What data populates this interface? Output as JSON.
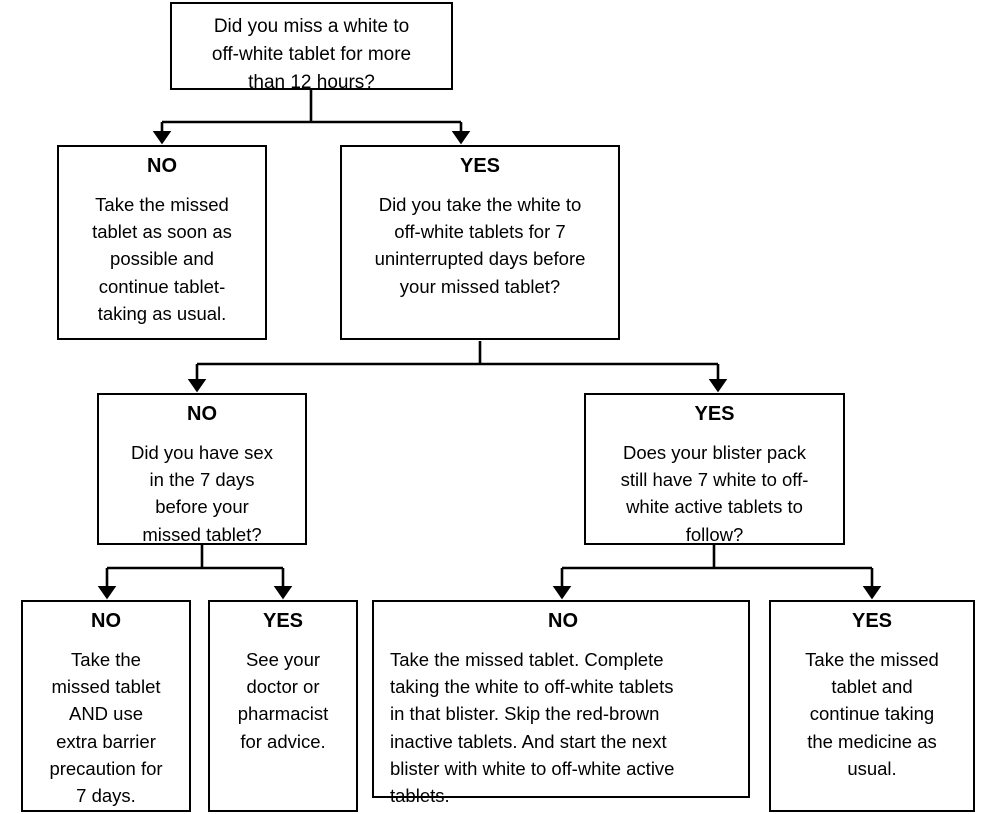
{
  "diagram": {
    "title": "Missed tablet decision flowchart",
    "line_color": "#000000",
    "box_border_color": "#000000",
    "background_color": "#ffffff"
  },
  "nodes": {
    "root": {
      "answer": "",
      "body": "Did you miss a white to\noff-white tablet for more\nthan 12 hours?"
    },
    "l2_no": {
      "answer": "NO",
      "body": "Take the missed\ntablet as soon as\npossible and\ncontinue tablet-\ntaking as usual."
    },
    "l2_yes": {
      "answer": "YES",
      "body": "Did you take the white to\noff-white tablets for 7\nuninterrupted days before\nyour missed tablet?"
    },
    "l3_no": {
      "answer": "NO",
      "body": "Did you have sex\nin the 7 days\nbefore your\nmissed tablet?"
    },
    "l3_yes": {
      "answer": "YES",
      "body": "Does your blister pack\nstill have 7 white to off-\nwhite active tablets to\nfollow?"
    },
    "l4_no_a": {
      "answer": "NO",
      "body": "Take the\nmissed tablet\nAND use\nextra barrier\nprecaution for\n7 days."
    },
    "l4_yes_a": {
      "answer": "YES",
      "body": "See your\ndoctor or\npharmacist\nfor advice."
    },
    "l4_no_b": {
      "answer": "NO",
      "body": "Take the missed tablet. Complete\ntaking the white to off-white tablets\nin that blister. Skip the red-brown\ninactive tablets. And start the next\nblister with white to off-white active\ntablets."
    },
    "l4_yes_b": {
      "answer": "YES",
      "body": "Take the missed\ntablet and\ncontinue taking\nthe medicine as\nusual."
    }
  }
}
